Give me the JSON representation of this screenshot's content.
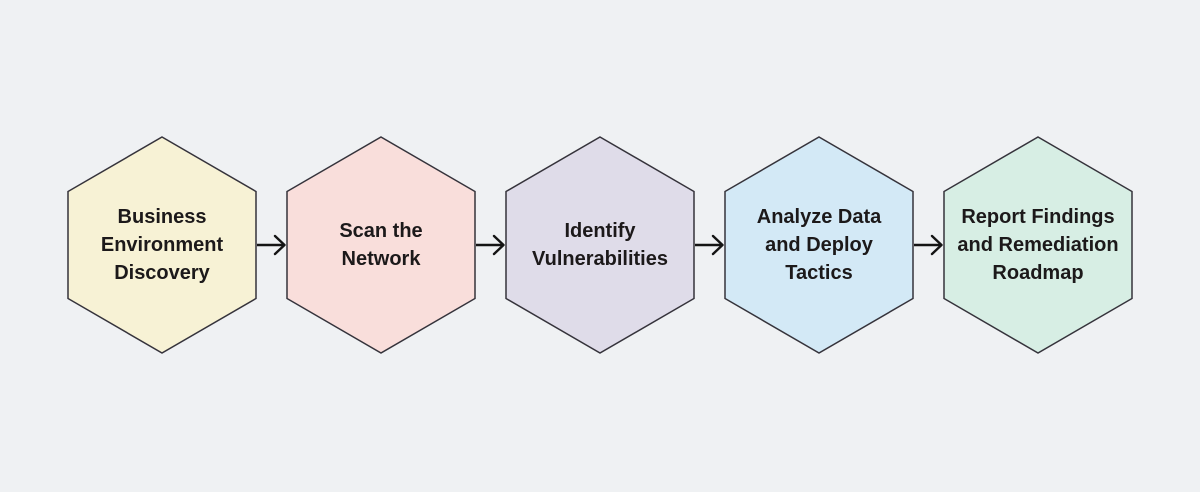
{
  "diagram": {
    "type": "process-flow",
    "direction": "left-to-right",
    "node_shape": "hexagon",
    "steps": [
      {
        "order": 1,
        "label": "Business\nEnvironment\nDiscovery",
        "fill": "#f7f2d5"
      },
      {
        "order": 2,
        "label": "Scan the\nNetwork",
        "fill": "#f9dedb"
      },
      {
        "order": 3,
        "label": "Identify\nVulnerabilities",
        "fill": "#dfdce9"
      },
      {
        "order": 4,
        "label": "Analyze Data\nand Deploy\nTactics",
        "fill": "#d3e9f6"
      },
      {
        "order": 5,
        "label": "Report Findings\nand Remediation\nRoadmap",
        "fill": "#d7eee4"
      }
    ],
    "connector": {
      "style": "arrow-right",
      "count": 4
    }
  },
  "theme": {
    "canvas-bg": "#eff1f3",
    "node-border": "#35333b",
    "node-text": "#1c191a",
    "arrow-color": "#141414"
  }
}
